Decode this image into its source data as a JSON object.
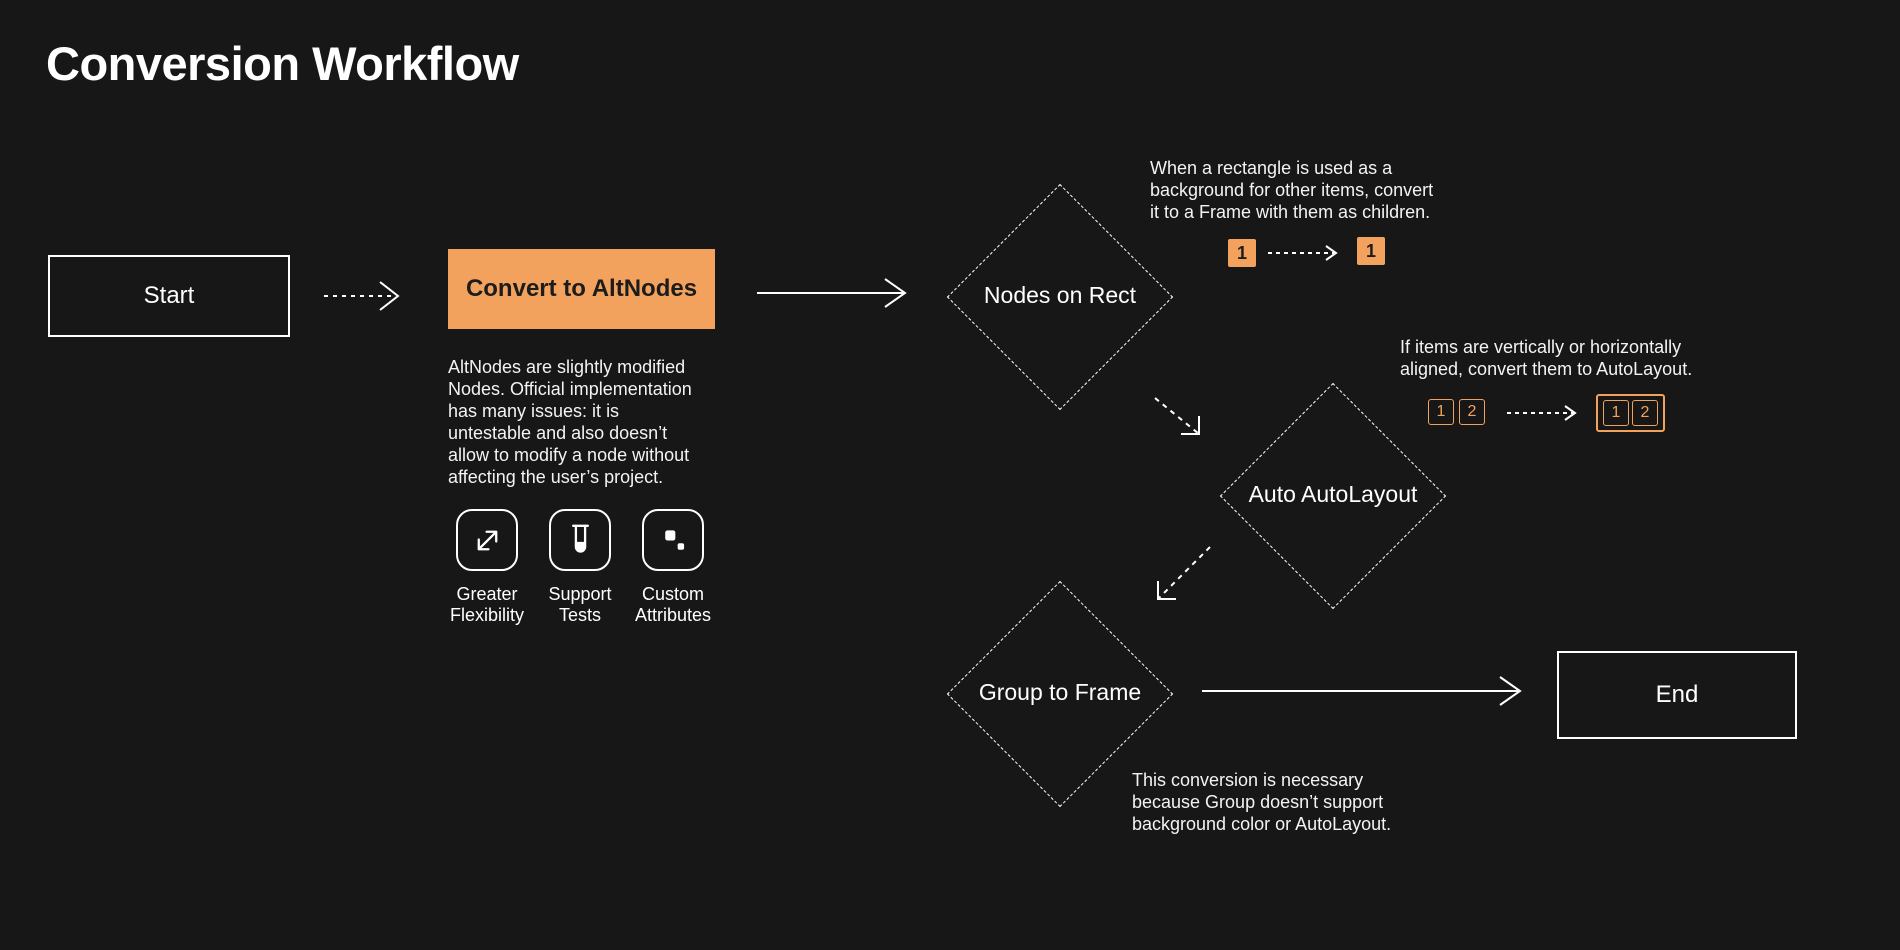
{
  "title": "Conversion Workflow",
  "colors": {
    "background": "#171717",
    "accent": "#F2A25C",
    "foreground": "#FFFFFF",
    "dark_text": "#1C1C1C"
  },
  "nodes": {
    "start": {
      "label": "Start"
    },
    "convert_to_altnodes": {
      "label": "Convert to AltNodes",
      "description": "AltNodes are slightly modified\nNodes. Official implementation\nhas many issues: it is\nuntestable and also doesn’t\nallow to modify a node without\naffecting the user’s project."
    },
    "nodes_on_rect": {
      "label": "Nodes on Rect",
      "annotation": "When a rectangle is used as a\nbackground for other items, convert\nit to a Frame with them as children."
    },
    "auto_autolayout": {
      "label": "Auto AutoLayout",
      "annotation": "If items are vertically or horizontally\naligned, convert them to AutoLayout."
    },
    "group_to_frame": {
      "label": "Group to Frame",
      "annotation": "This conversion is necessary\nbecause Group doesn’t support\nbackground color or AutoLayout."
    },
    "end": {
      "label": "End"
    }
  },
  "features": [
    {
      "icon": "expand-arrows-icon",
      "label": "Greater\nFlexibility"
    },
    {
      "icon": "test-tube-icon",
      "label": "Support\nTests"
    },
    {
      "icon": "custom-attributes-icon",
      "label": "Custom\nAttributes"
    }
  ],
  "rect_to_frame_demo": {
    "before": "1",
    "after": "1"
  },
  "autolayout_demo": {
    "items_before": [
      "1",
      "2"
    ],
    "items_after": [
      "1",
      "2"
    ]
  }
}
